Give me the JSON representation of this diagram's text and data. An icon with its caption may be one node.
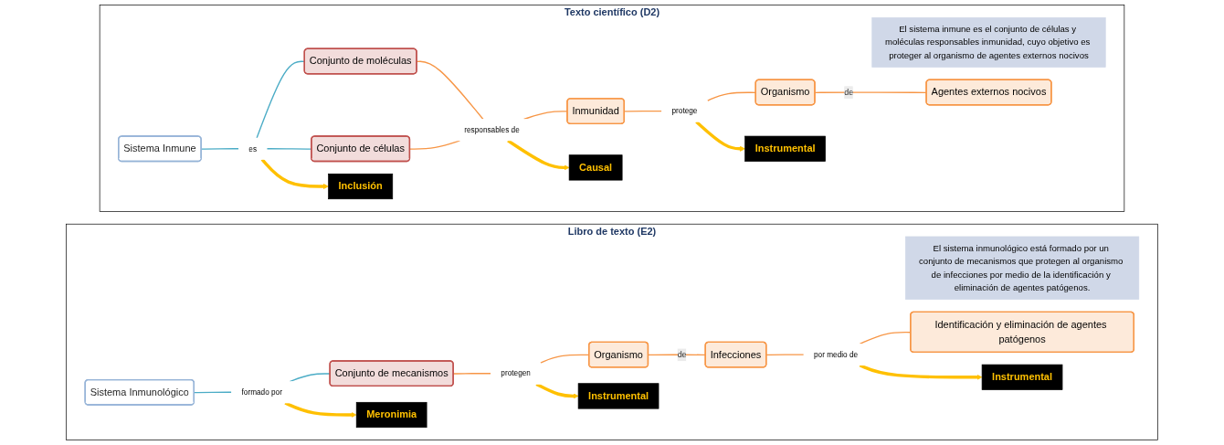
{
  "diagram": {
    "nodes": [
      {
        "text": [
          "Libro de texto (E2)"
        ]
      },
      {
        "text": [
          "El sistema inmunológico está formado por un conjunto de mecanismos que protegen al organismo de infecciones por medio de la identificación y eliminación de agentes patógenos."
        ],
        "in": 0
      },
      {
        "text": [
          "Sistema Inmunológico"
        ],
        "in": 0
      },
      {
        "text": [
          "formado por"
        ],
        "in": 0
      },
      {
        "text": [
          "Meronimia"
        ],
        "in": 0
      },
      {
        "text": [
          "Conjunto de mecanismos"
        ],
        "in": 0
      },
      {
        "text": [
          "protegen"
        ],
        "in": 0
      },
      {
        "text": [
          "Instrumental"
        ],
        "in": 0
      },
      {
        "text": [
          "Organismo"
        ],
        "in": 0
      },
      {
        "text": [
          "Infecciones"
        ],
        "in": 0
      },
      {
        "text": [
          "por medio de"
        ],
        "in": 0
      },
      {
        "text": [
          "Instrumental"
        ],
        "in": 0
      },
      {
        "text": [
          "Identificación y eliminación de agentes patógenos"
        ],
        "in": 0
      },
      {
        "text": [
          "Texto científico (D2)"
        ]
      },
      {
        "text": [
          "El sistema inmune es el conjunto de células y moléculas responsables inmunidad, cuyo objetivo es proteger al organismo de agentes externos nocivos"
        ],
        "in": 13
      },
      {
        "text": [
          "Sistema Inmune"
        ],
        "in": 13
      },
      {
        "text": [
          "es"
        ],
        "in": 13
      },
      {
        "text": [
          "Inclusión"
        ],
        "in": 13
      },
      {
        "text": [
          "Conjunto de moléculas"
        ],
        "in": 13
      },
      {
        "text": [
          "Conjunto de células"
        ],
        "in": 13
      },
      {
        "text": [
          "responsables de"
        ],
        "in": 13
      },
      {
        "text": [
          "Causal"
        ],
        "in": 13
      },
      {
        "text": [
          "Instrumental"
        ],
        "in": 13
      },
      {
        "text": [
          "Inmunidad"
        ],
        "in": 13
      },
      {
        "text": [
          "protege"
        ],
        "in": 13
      },
      {
        "text": [
          "Organismo"
        ],
        "in": 13
      },
      {
        "text": [
          "Agentes externos nocivos"
        ],
        "in": 13
      }
    ],
    "edges": [
      {
        "from": 2,
        "to": 3,
        "arrow": "none",
        "color": "#4bacc6"
      },
      {
        "from": 3,
        "to": 5,
        "arrow": "none",
        "color": "#4bacc6"
      },
      {
        "from": 3,
        "to": 4,
        "arrow": "to",
        "style": "thick",
        "color": "#ffc000"
      },
      {
        "from": 5,
        "to": 6,
        "arrow": "none",
        "color": "#f79646"
      },
      {
        "from": 6,
        "to": 8,
        "arrow": "none",
        "color": "#f79646"
      },
      {
        "from": 6,
        "to": 7,
        "arrow": "to",
        "style": "thick",
        "color": "#ffc000"
      },
      {
        "from": 8,
        "to": 9,
        "arrow": "none",
        "label": "de",
        "color": "#f79646"
      },
      {
        "from": 9,
        "to": 10,
        "arrow": "none",
        "color": "#f79646"
      },
      {
        "from": 10,
        "to": 12,
        "arrow": "none",
        "color": "#f79646"
      },
      {
        "from": 10,
        "to": 11,
        "arrow": "to",
        "style": "thick",
        "color": "#ffc000"
      },
      {
        "from": 15,
        "to": 16,
        "arrow": "none",
        "color": "#4bacc6"
      },
      {
        "from": 16,
        "to": 18,
        "arrow": "none",
        "color": "#4bacc6"
      },
      {
        "from": 16,
        "to": 19,
        "arrow": "none",
        "color": "#4bacc6"
      },
      {
        "from": 16,
        "to": 17,
        "arrow": "to",
        "style": "thick",
        "color": "#ffc000"
      },
      {
        "from": 18,
        "to": 20,
        "arrow": "none",
        "color": "#f79646"
      },
      {
        "from": 19,
        "to": 20,
        "arrow": "none",
        "color": "#f79646"
      },
      {
        "from": 20,
        "to": 23,
        "arrow": "none",
        "color": "#f79646"
      },
      {
        "from": 20,
        "to": 21,
        "arrow": "to",
        "style": "thick",
        "color": "#ffc000"
      },
      {
        "from": 23,
        "to": 24,
        "arrow": "none",
        "color": "#f79646"
      },
      {
        "from": 24,
        "to": 25,
        "arrow": "none",
        "color": "#f79646"
      },
      {
        "from": 24,
        "to": 22,
        "arrow": "to",
        "style": "thick",
        "color": "#ffc000"
      },
      {
        "from": 25,
        "to": 26,
        "arrow": "none",
        "label": "de",
        "color": "#f79646"
      }
    ]
  }
}
